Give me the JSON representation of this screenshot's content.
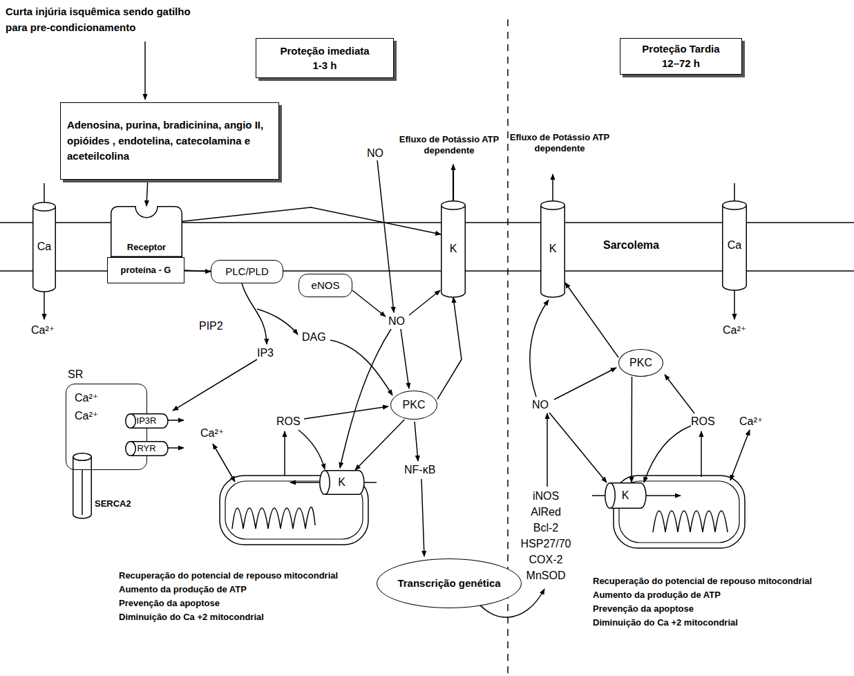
{
  "diagram": {
    "nodes": [
      {
        "text": [
          "Adenosina, purina, bradicinina, angio II, opióides , endotelina, catecolamina e aceteilcolina"
        ]
      },
      {
        "text": [
          "Proteção imediata",
          "1-3 h"
        ]
      },
      {
        "text": [
          "Proteção Tardia",
          "12–72 h"
        ]
      },
      {
        "text": [
          "Ca"
        ]
      },
      {
        "text": [
          "Receptor"
        ]
      },
      {
        "text": [
          "proteína - G"
        ]
      },
      {
        "text": [
          "K"
        ]
      },
      {
        "text": [
          "K"
        ]
      },
      {
        "text": [
          "Ca"
        ]
      },
      {
        "text": [
          "PLC/PLD"
        ]
      },
      {
        "text": [
          "eNOS"
        ]
      },
      {
        "text": [
          "SR",
          "Ca²⁺",
          "Ca²⁺"
        ]
      },
      {
        "text": [
          "IP3R"
        ],
        "in": 11
      },
      {
        "text": [
          "RYR"
        ],
        "in": 11
      },
      {
        "text": [
          "SERCA2"
        ]
      },
      {
        "text": [
          "PKC"
        ]
      },
      {
        "text": [
          "K"
        ]
      },
      {
        "text": [
          "Transcrição genética"
        ]
      },
      {
        "text": [
          "PKC"
        ]
      },
      {
        "text": [
          "K"
        ]
      }
    ],
    "edges": [
      {
        "from": 0,
        "to": 4,
        "arrow": "to"
      },
      {
        "from": 5,
        "to": 9,
        "arrow": "to"
      },
      {
        "from": 4,
        "to": 6,
        "arrow": "to"
      },
      {
        "from": 15,
        "to": 6,
        "arrow": "to"
      },
      {
        "from": 15,
        "to": 16,
        "arrow": "to"
      },
      {
        "from": 18,
        "to": 7,
        "arrow": "to"
      },
      {
        "from": 18,
        "to": 19,
        "arrow": "to"
      }
    ],
    "labels": [
      "Curta injúria isquêmica sendo gatilho para pre-condicionamento",
      "Efluxo de Potássio ATP dependente",
      "Efluxo de Potássio ATP dependente",
      "NO",
      "Sarcolema",
      "Ca²⁺",
      "Ca²⁺",
      "PIP2",
      "DAG",
      "NO",
      "IP3",
      "ROS",
      "Ca²⁺",
      "NF-κB",
      "NO",
      "ROS",
      "Ca²⁺",
      "iNOS",
      "AlRed",
      "Bcl-2",
      "HSP27/70",
      "COX-2",
      "MnSOD",
      "Recuperação do potencial de repouso mitocondrial",
      "Aumento da produção de ATP",
      "Prevenção da apoptose",
      "Diminuição do Ca +2 mitocondrial",
      "Recuperação do potencial de repouso mitocondrial",
      "Aumento da produção de ATP",
      "Prevenção da apoptose",
      "Diminuição do Ca +2 mitocondrial"
    ]
  }
}
